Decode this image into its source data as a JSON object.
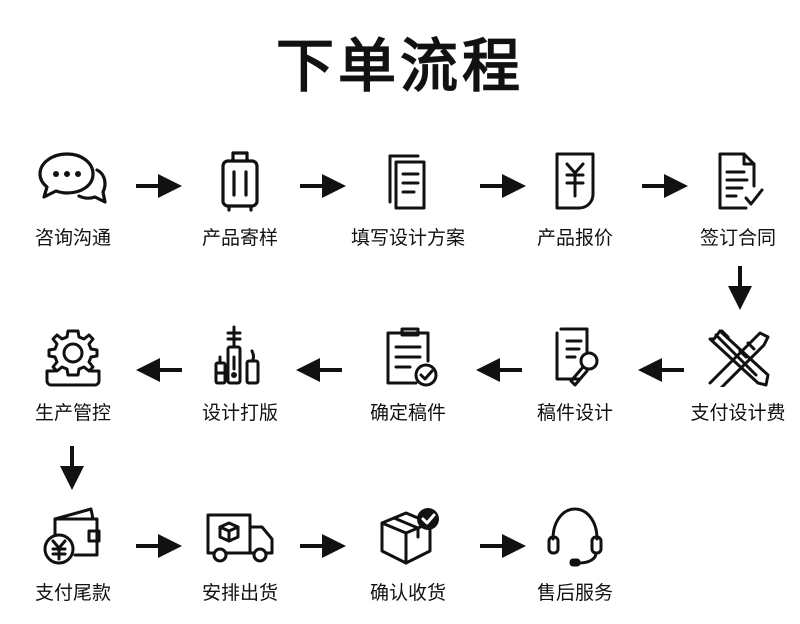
{
  "title": "下单流程",
  "steps": [
    {
      "label": "咨询沟通",
      "icon": "chat-bubbles-icon"
    },
    {
      "label": "产品寄样",
      "icon": "luggage-icon"
    },
    {
      "label": "填写设计方案",
      "icon": "documents-icon"
    },
    {
      "label": "产品报价",
      "icon": "yuan-price-icon"
    },
    {
      "label": "签订合同",
      "icon": "contract-sign-icon"
    },
    {
      "label": "支付设计费",
      "icon": "design-tools-icon"
    },
    {
      "label": "稿件设计",
      "icon": "manuscript-design-icon"
    },
    {
      "label": "确定稿件",
      "icon": "confirm-clipboard-icon"
    },
    {
      "label": "设计打版",
      "icon": "sample-bottles-icon"
    },
    {
      "label": "生产管控",
      "icon": "production-gear-icon"
    },
    {
      "label": "支付尾款",
      "icon": "wallet-yuan-icon"
    },
    {
      "label": "安排出货",
      "icon": "delivery-truck-icon"
    },
    {
      "label": "确认收货",
      "icon": "box-check-icon"
    },
    {
      "label": "售后服务",
      "icon": "headset-icon"
    }
  ]
}
